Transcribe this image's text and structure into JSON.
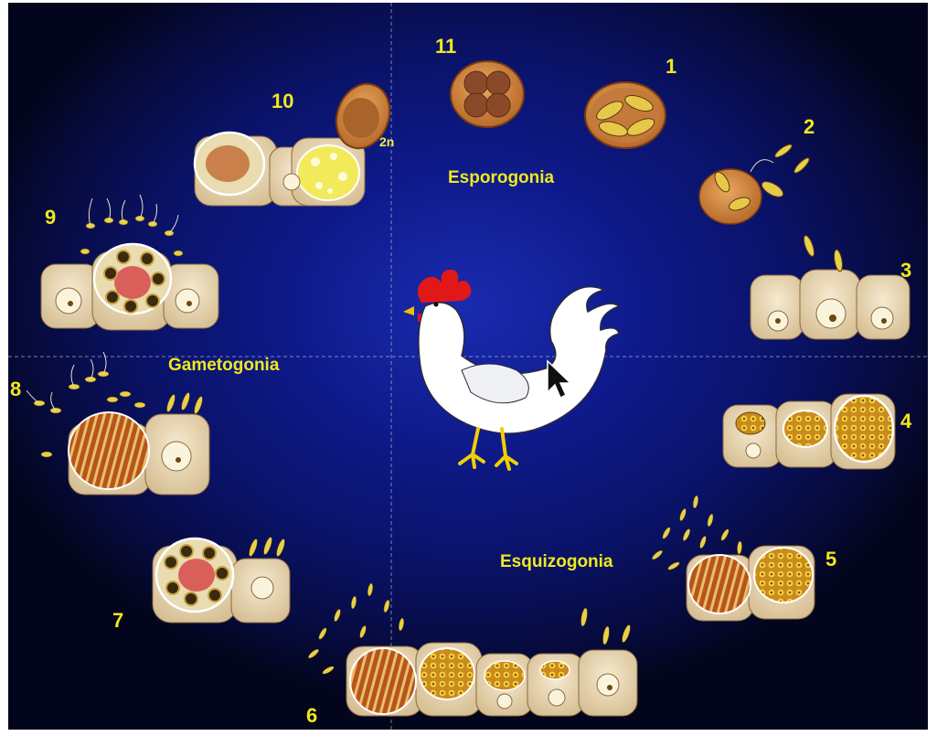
{
  "diagram": {
    "stage_numbers": [
      "1",
      "2",
      "3",
      "4",
      "5",
      "6",
      "7",
      "8",
      "9",
      "10",
      "11"
    ],
    "phases": {
      "sporogony": "Esporogonia",
      "schizogony": "Esquizogonia",
      "gametogony": "Gametogonia"
    },
    "ploidy_label": "2n"
  },
  "colors": {
    "background": "#0e1a8a",
    "label": "#f0e81e",
    "cell": "#ead9b8",
    "oocyst_wall": "#d9954a",
    "nucleus": "#e2c43a"
  },
  "icons": [
    "chicken-illustration",
    "mouse-cursor-icon"
  ]
}
